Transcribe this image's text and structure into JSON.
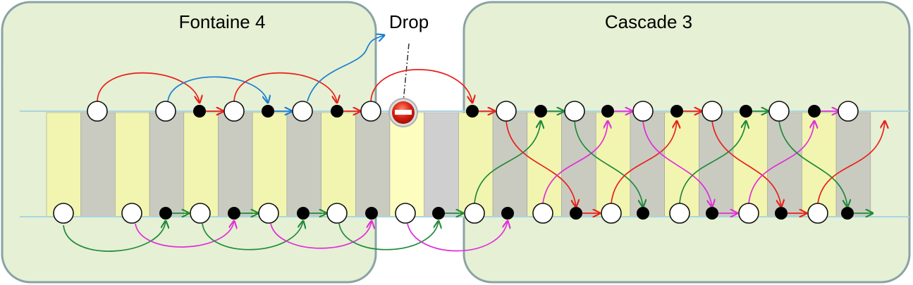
{
  "labels": {
    "left_region": "Fontaine 4",
    "right_region": "Cascade 3",
    "drop": "Drop"
  },
  "colors": {
    "region_fill": "#e6f0d4",
    "region_stroke": "#8aa3a5",
    "rail": "#a9d5de",
    "band_yellow": "#f2f5b0",
    "band_gray": "#c9cbc0",
    "drop_band": "#fdfdc0",
    "red": "#e8201a",
    "blue": "#1a7fd0",
    "green": "#1f8a3a",
    "magenta": "#e02ed8"
  },
  "icons": {
    "drop_marker": "no-entry-icon"
  }
}
